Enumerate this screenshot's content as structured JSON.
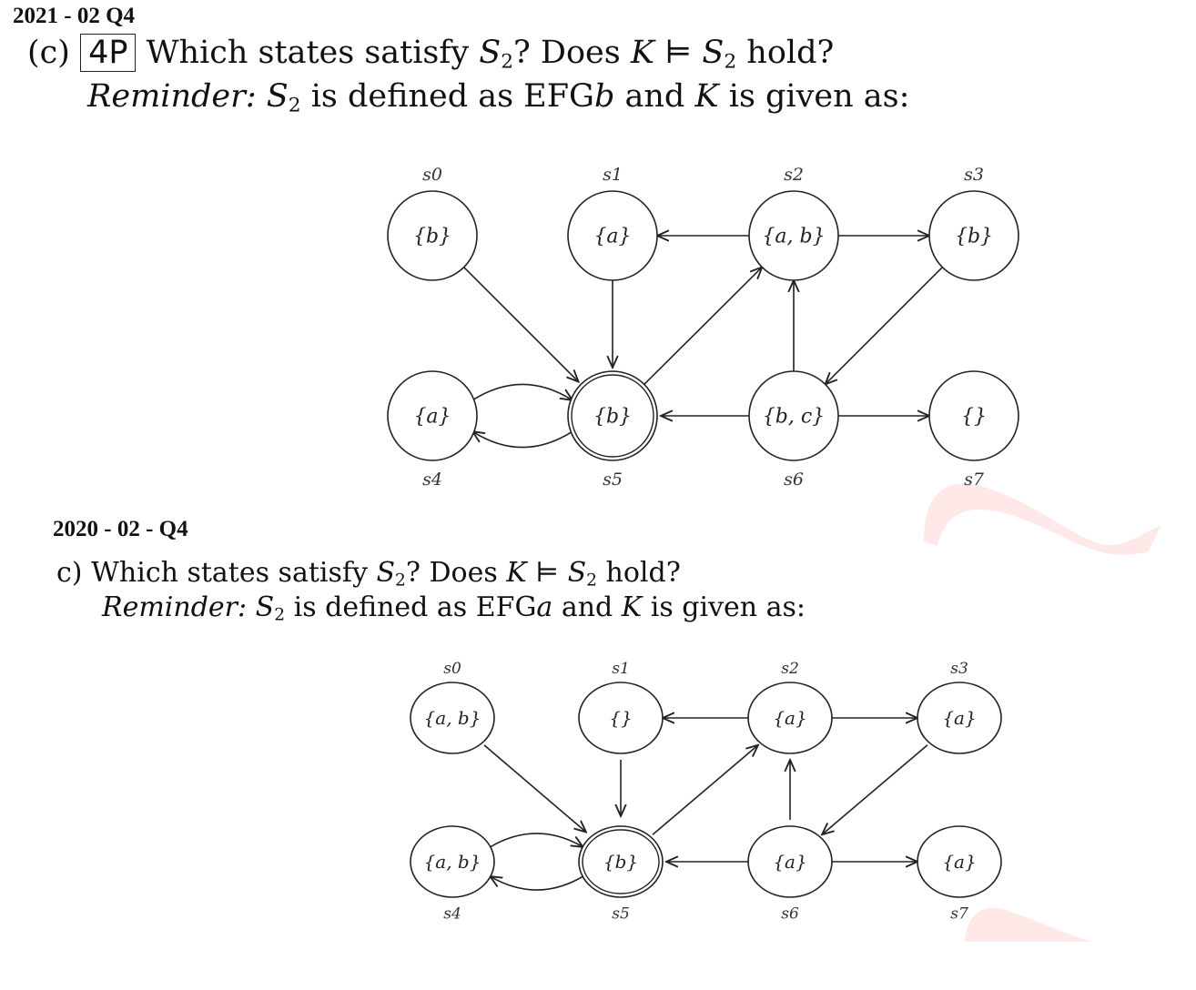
{
  "section1": {
    "header": "2021 - 02 Q4",
    "part": "(c)",
    "points": "4P",
    "q_text1": "Which states satisfy ",
    "q_S": "S",
    "q_sub": "2",
    "q_text2": "? Does ",
    "q_K": "K",
    "q_models": " ⊨ ",
    "q_text3": " hold?",
    "reminder": "Reminder:",
    "rem_text1": " is defined as EFG",
    "rem_var": "b",
    "rem_text2": " and ",
    "rem_text3": " is given as:",
    "states": [
      {
        "name": "s0",
        "label": "{b}",
        "final": false
      },
      {
        "name": "s1",
        "label": "{a}",
        "final": false
      },
      {
        "name": "s2",
        "label": "{a, b}",
        "final": false
      },
      {
        "name": "s3",
        "label": "{b}",
        "final": false
      },
      {
        "name": "s4",
        "label": "{a}",
        "final": false
      },
      {
        "name": "s5",
        "label": "{b}",
        "final": true
      },
      {
        "name": "s6",
        "label": "{b, c}",
        "final": false
      },
      {
        "name": "s7",
        "label": "{}",
        "final": false
      }
    ],
    "edges": [
      [
        "s0",
        "s5"
      ],
      [
        "s1",
        "s5"
      ],
      [
        "s2",
        "s1"
      ],
      [
        "s2",
        "s3"
      ],
      [
        "s3",
        "s6"
      ],
      [
        "s5",
        "s2"
      ],
      [
        "s6",
        "s2"
      ],
      [
        "s6",
        "s5"
      ],
      [
        "s6",
        "s7"
      ],
      [
        "s4",
        "s5"
      ],
      [
        "s5",
        "s4"
      ]
    ]
  },
  "section2": {
    "header": "2020 - 02 - Q4",
    "part": "c)",
    "q_text1": "Which states satisfy ",
    "q_S": "S",
    "q_sub": "2",
    "q_text2": "? Does ",
    "q_K": "K",
    "q_models": " ⊨ ",
    "q_text3": " hold?",
    "reminder": "Reminder:",
    "rem_text1": " is defined as EFG",
    "rem_var": "a",
    "rem_text2": "  and ",
    "rem_text3": " is given as:",
    "states": [
      {
        "name": "s0",
        "label": "{a, b}",
        "final": false
      },
      {
        "name": "s1",
        "label": "{}",
        "final": false
      },
      {
        "name": "s2",
        "label": "{a}",
        "final": false
      },
      {
        "name": "s3",
        "label": "{a}",
        "final": false
      },
      {
        "name": "s4",
        "label": "{a, b}",
        "final": false
      },
      {
        "name": "s5",
        "label": "{b}",
        "final": true
      },
      {
        "name": "s6",
        "label": "{a}",
        "final": false
      },
      {
        "name": "s7",
        "label": "{a}",
        "final": false
      }
    ],
    "edges": [
      [
        "s0",
        "s5"
      ],
      [
        "s1",
        "s5"
      ],
      [
        "s2",
        "s1"
      ],
      [
        "s2",
        "s3"
      ],
      [
        "s3",
        "s6"
      ],
      [
        "s5",
        "s2"
      ],
      [
        "s6",
        "s2"
      ],
      [
        "s6",
        "s5"
      ],
      [
        "s6",
        "s7"
      ],
      [
        "s4",
        "s5"
      ],
      [
        "s5",
        "s4"
      ]
    ]
  },
  "colors": {
    "ink": "#222222",
    "watermark": "#ff3b3b"
  }
}
